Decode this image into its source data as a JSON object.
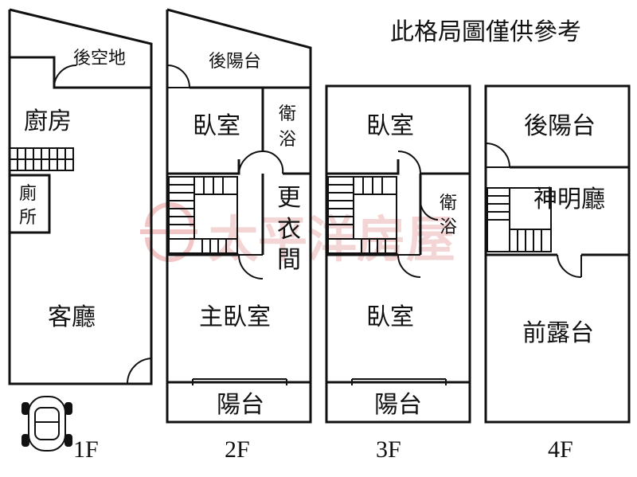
{
  "note": "此格局圖僅供參考",
  "watermark": "太平洋房屋",
  "floors": {
    "f1": {
      "label": "1F",
      "rooms": {
        "back_yard": "後空地",
        "kitchen": "廚房",
        "toilet": "廁所",
        "living_room": "客廳"
      }
    },
    "f2": {
      "label": "2F",
      "rooms": {
        "back_balcony": "後陽台",
        "bedroom": "臥室",
        "bathroom": "衛浴",
        "dressing_room": "更衣間",
        "master_bedroom": "主臥室",
        "balcony": "陽台"
      }
    },
    "f3": {
      "label": "3F",
      "rooms": {
        "bedroom_rear": "臥室",
        "bathroom": "衛浴",
        "bedroom_front": "臥室",
        "balcony": "陽台"
      }
    },
    "f4": {
      "label": "4F",
      "rooms": {
        "back_balcony": "後陽台",
        "shrine_hall": "神明廳",
        "front_terrace": "前露台"
      }
    }
  }
}
